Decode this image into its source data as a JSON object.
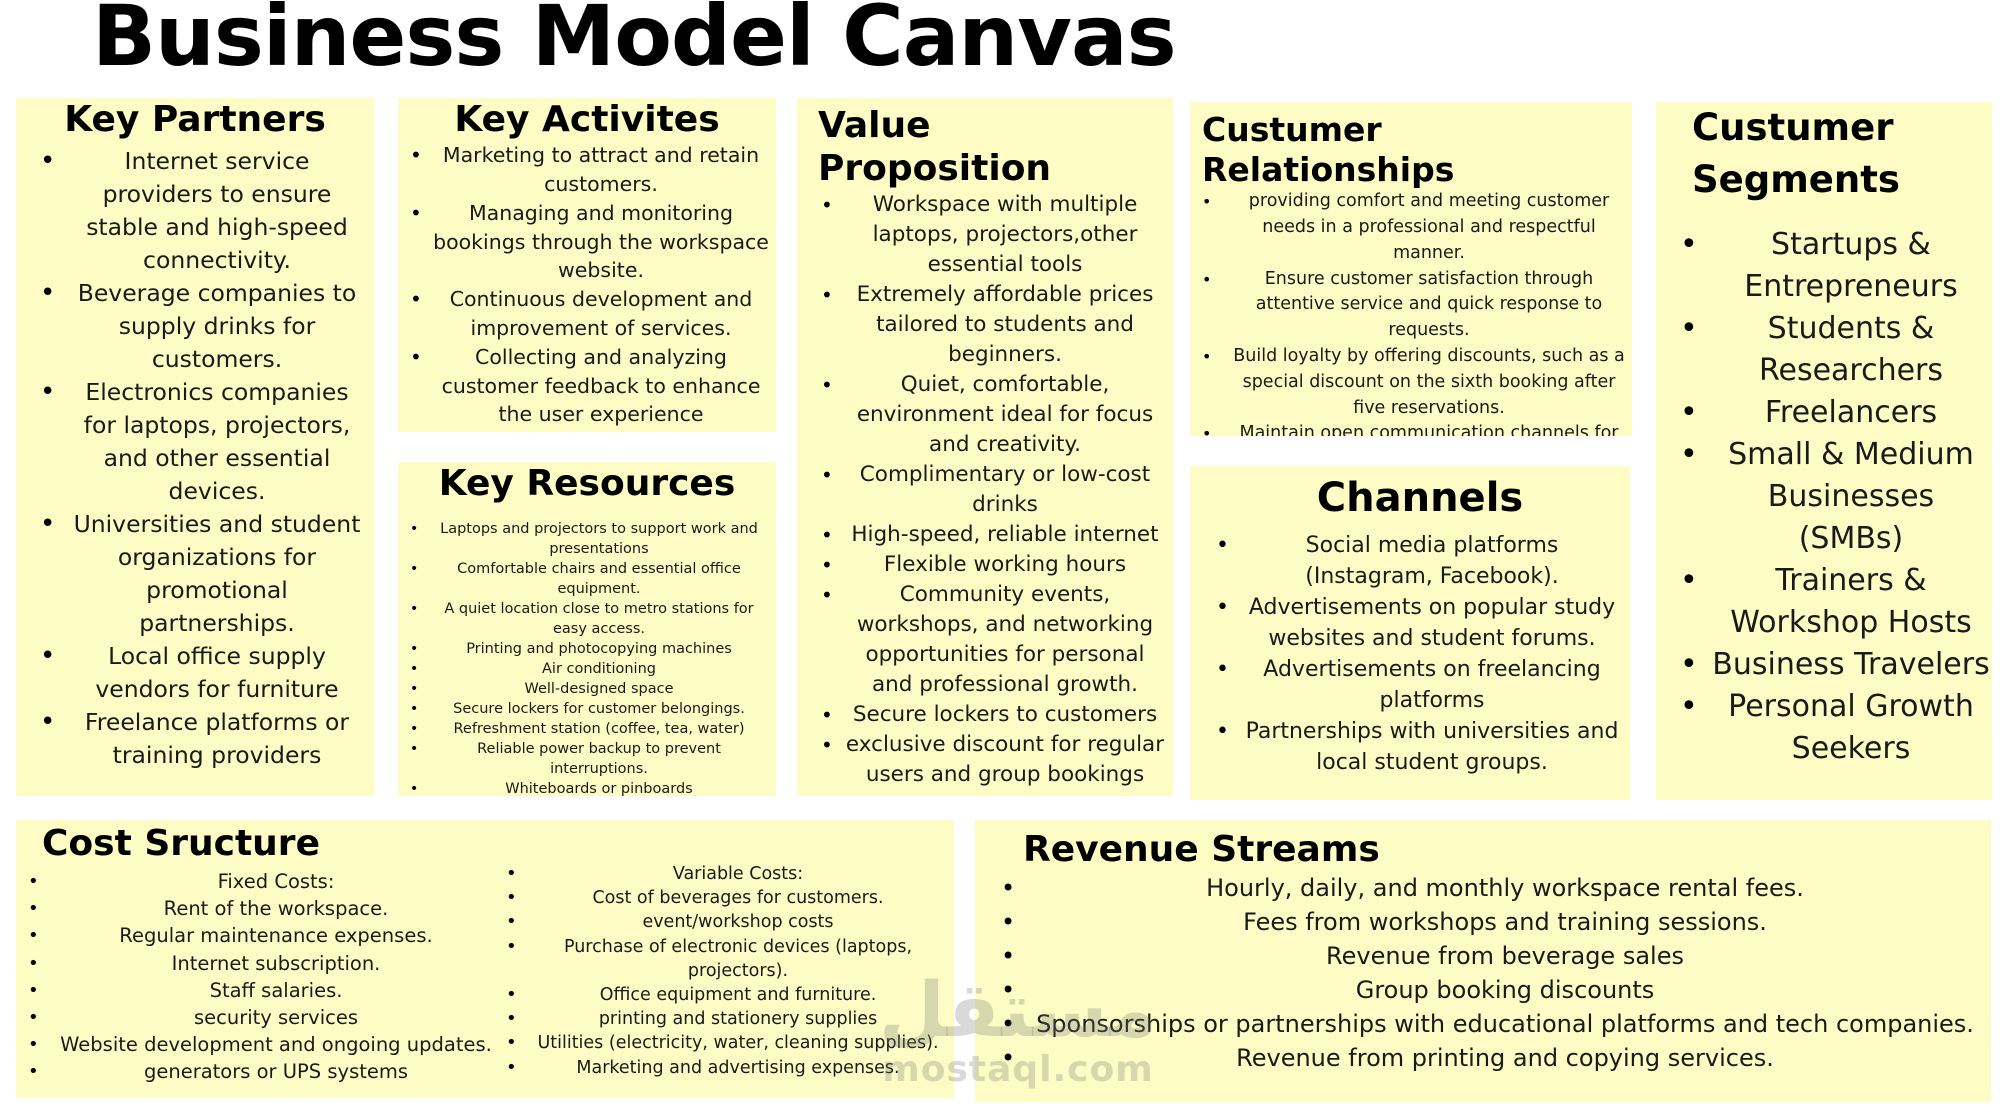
{
  "title": "Business Model Canvas",
  "colors": {
    "box_background": "#fcfcc4",
    "text": "#1a1a1a",
    "heading": "#000000"
  },
  "key_partners": {
    "heading": "Key Partners",
    "items": [
      "Internet service providers to ensure stable and high-speed connectivity.",
      "Beverage companies to supply drinks for customers.",
      "Electronics companies for laptops, projectors, and other essential devices.",
      "Universities and student organizations for promotional partnerships.",
      "Local office supply vendors for furniture",
      "Freelance platforms or training providers"
    ]
  },
  "key_activities": {
    "heading": "Key Activites",
    "items": [
      "Marketing to attract and retain customers.",
      "Managing and monitoring bookings through the workspace website.",
      "Continuous development and improvement of services.",
      "Collecting and analyzing customer feedback to enhance the user experience"
    ]
  },
  "key_resources": {
    "heading": "Key Resources",
    "items": [
      "Laptops and projectors to support work and presentations",
      "Comfortable chairs and essential office equipment.",
      "A quiet location close to metro stations for easy access.",
      "Printing and photocopying machines",
      "Air conditioning",
      "Well-designed space",
      "Secure lockers for customer belongings.",
      "Refreshment station (coffee, tea, water)",
      "Reliable power backup to prevent interruptions.",
      "Whiteboards or pinboards"
    ]
  },
  "value_proposition": {
    "heading": "Value Proposition",
    "items": [
      "Workspace with multiple laptops, projectors,other essential tools",
      "Extremely affordable prices tailored to students and beginners.",
      "Quiet, comfortable, environment ideal for focus and creativity.",
      "Complimentary or low-cost drinks",
      "High-speed, reliable internet",
      "Flexible working hours",
      "Community events, workshops, and networking opportunities for personal and professional growth.",
      "Secure lockers to customers",
      "exclusive discount for regular users and group bookings"
    ]
  },
  "customer_relationships": {
    "heading": "Custumer Relationships",
    "items": [
      "providing comfort and meeting customer needs in a professional and respectful manner.",
      "Ensure customer satisfaction through attentive service and quick response to requests.",
      "Build loyalty by offering discounts, such as a special discount on the sixth booking after five reservations.",
      "Maintain open communication channels for feedback and continuous improvement"
    ]
  },
  "channels": {
    "heading": "Channels",
    "items": [
      "Social media platforms (Instagram, Facebook).",
      "Advertisements on popular study websites and student forums.",
      "Advertisements on freelancing platforms",
      "Partnerships with universities and local student groups."
    ]
  },
  "customer_segments": {
    "heading": "Custumer Segments",
    "items": [
      "Startups & Entrepreneurs",
      "Students & Researchers",
      "Freelancers",
      "Small & Medium Businesses (SMBs)",
      "Trainers & Workshop Hosts",
      "Business Travelers",
      "Personal Growth Seekers"
    ]
  },
  "cost_structure": {
    "heading": "Cost Sructure",
    "fixed": [
      "Fixed Costs:",
      "Rent of the workspace.",
      "Regular maintenance expenses.",
      "Internet subscription.",
      "Staff salaries.",
      "security services",
      "Website development and ongoing updates.",
      "generators or UPS systems"
    ],
    "variable": [
      "Variable Costs:",
      "Cost of beverages for customers.",
      "event/workshop costs",
      "Purchase of electronic devices (laptops, projectors).",
      "Office equipment and furniture.",
      "printing and stationery supplies",
      "Utilities (electricity, water, cleaning supplies).",
      "Marketing and advertising expenses."
    ]
  },
  "revenue_streams": {
    "heading": "Revenue Streams",
    "items": [
      "Hourly, daily, and monthly workspace rental fees.",
      "Fees from workshops and training sessions.",
      "Revenue from beverage sales",
      "Group booking discounts",
      "Sponsorships or partnerships with educational platforms and tech companies.",
      "Revenue from printing and copying services."
    ]
  },
  "watermark": {
    "arabic": "مستقل",
    "latin": "mostaql.com"
  }
}
